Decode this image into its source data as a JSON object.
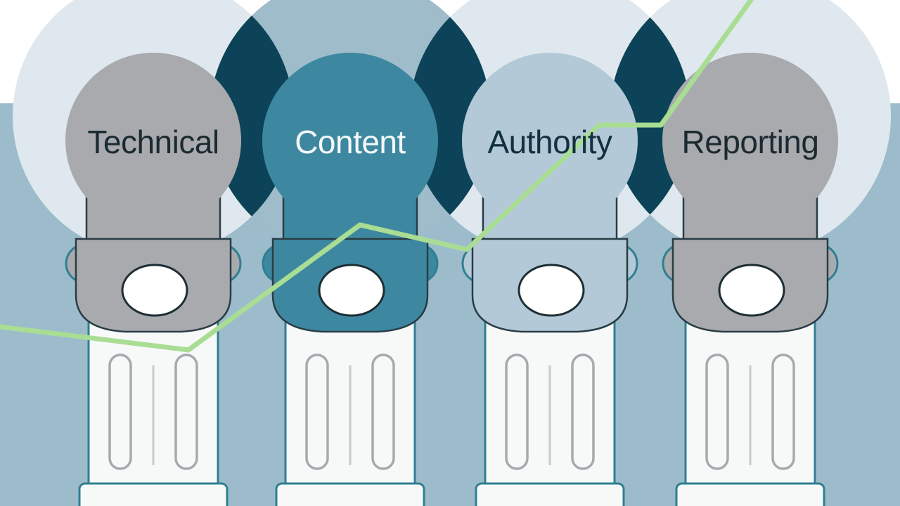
{
  "colors": {
    "background_top": "#ffffff",
    "background_band": "#9cbccc",
    "halo_light": "#dfe8ee",
    "halo_mid": "#9fbccb",
    "overlap_dark": "#0c4358",
    "outline": "#2f7f91",
    "trend_line": "#a9dd94",
    "column_white": "#f7f9f9"
  },
  "pillars": [
    {
      "label": "Technical",
      "fill": "#a9aaae",
      "halo": "#dfe8ee",
      "text_color": "#1b2a31",
      "knob_fill": "#a9aaae",
      "knob_stroke": "#2f7f91"
    },
    {
      "label": "Content",
      "fill": "#3d88a0",
      "halo": "#9fbccb",
      "text_color": "#f4f8f9",
      "knob_fill": "#3d88a0",
      "knob_stroke": "#2f7f91"
    },
    {
      "label": "Authority",
      "fill": "#b3c9d7",
      "halo": "#dfe8ee",
      "text_color": "#12303d",
      "knob_fill": "#b3c9d7",
      "knob_stroke": "#2f7f91"
    },
    {
      "label": "Reporting",
      "fill": "#a9aaae",
      "halo": "#dfe8ee",
      "text_color": "#1b2a31",
      "knob_fill": "#a9aaae",
      "knob_stroke": "#2f7f91"
    }
  ]
}
